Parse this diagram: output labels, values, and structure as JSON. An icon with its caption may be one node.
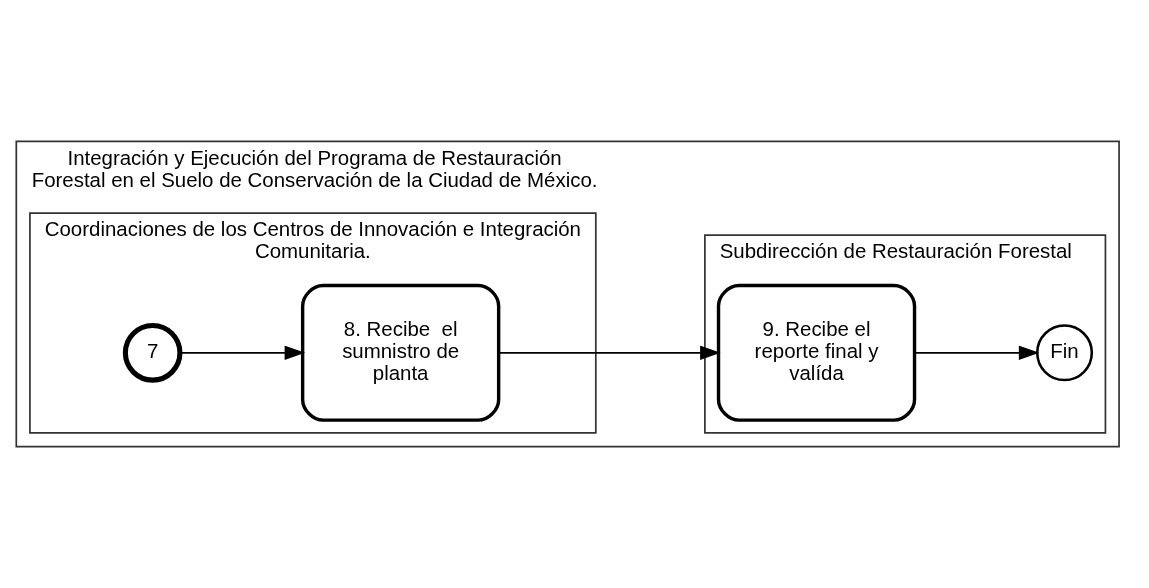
{
  "diagram": {
    "nodes": [
      {
        "text": [
          "Integración y Ejecución del Programa de Restauración Forestal en el Suelo de Conservación de la Ciudad de México."
        ]
      },
      {
        "text": [
          "Coordinaciones de los Centros de Innovación e Integración Comunitaria."
        ],
        "in": 0
      },
      {
        "text": [
          "Subdirección de Restauración Forestal"
        ],
        "in": 0
      },
      {
        "text": [
          "7"
        ],
        "in": 1
      },
      {
        "text": [
          "8. Recibe  el sumnistro de planta"
        ],
        "in": 1
      },
      {
        "text": [
          "9. Recibe el reporte final y valída"
        ],
        "in": 2
      },
      {
        "text": [
          "Fin"
        ],
        "in": 2
      }
    ],
    "edges": [
      {
        "from": 3,
        "to": 4,
        "arrow": "to"
      },
      {
        "from": 4,
        "to": 5,
        "arrow": "to"
      },
      {
        "from": 5,
        "to": 6,
        "arrow": "to"
      }
    ]
  }
}
